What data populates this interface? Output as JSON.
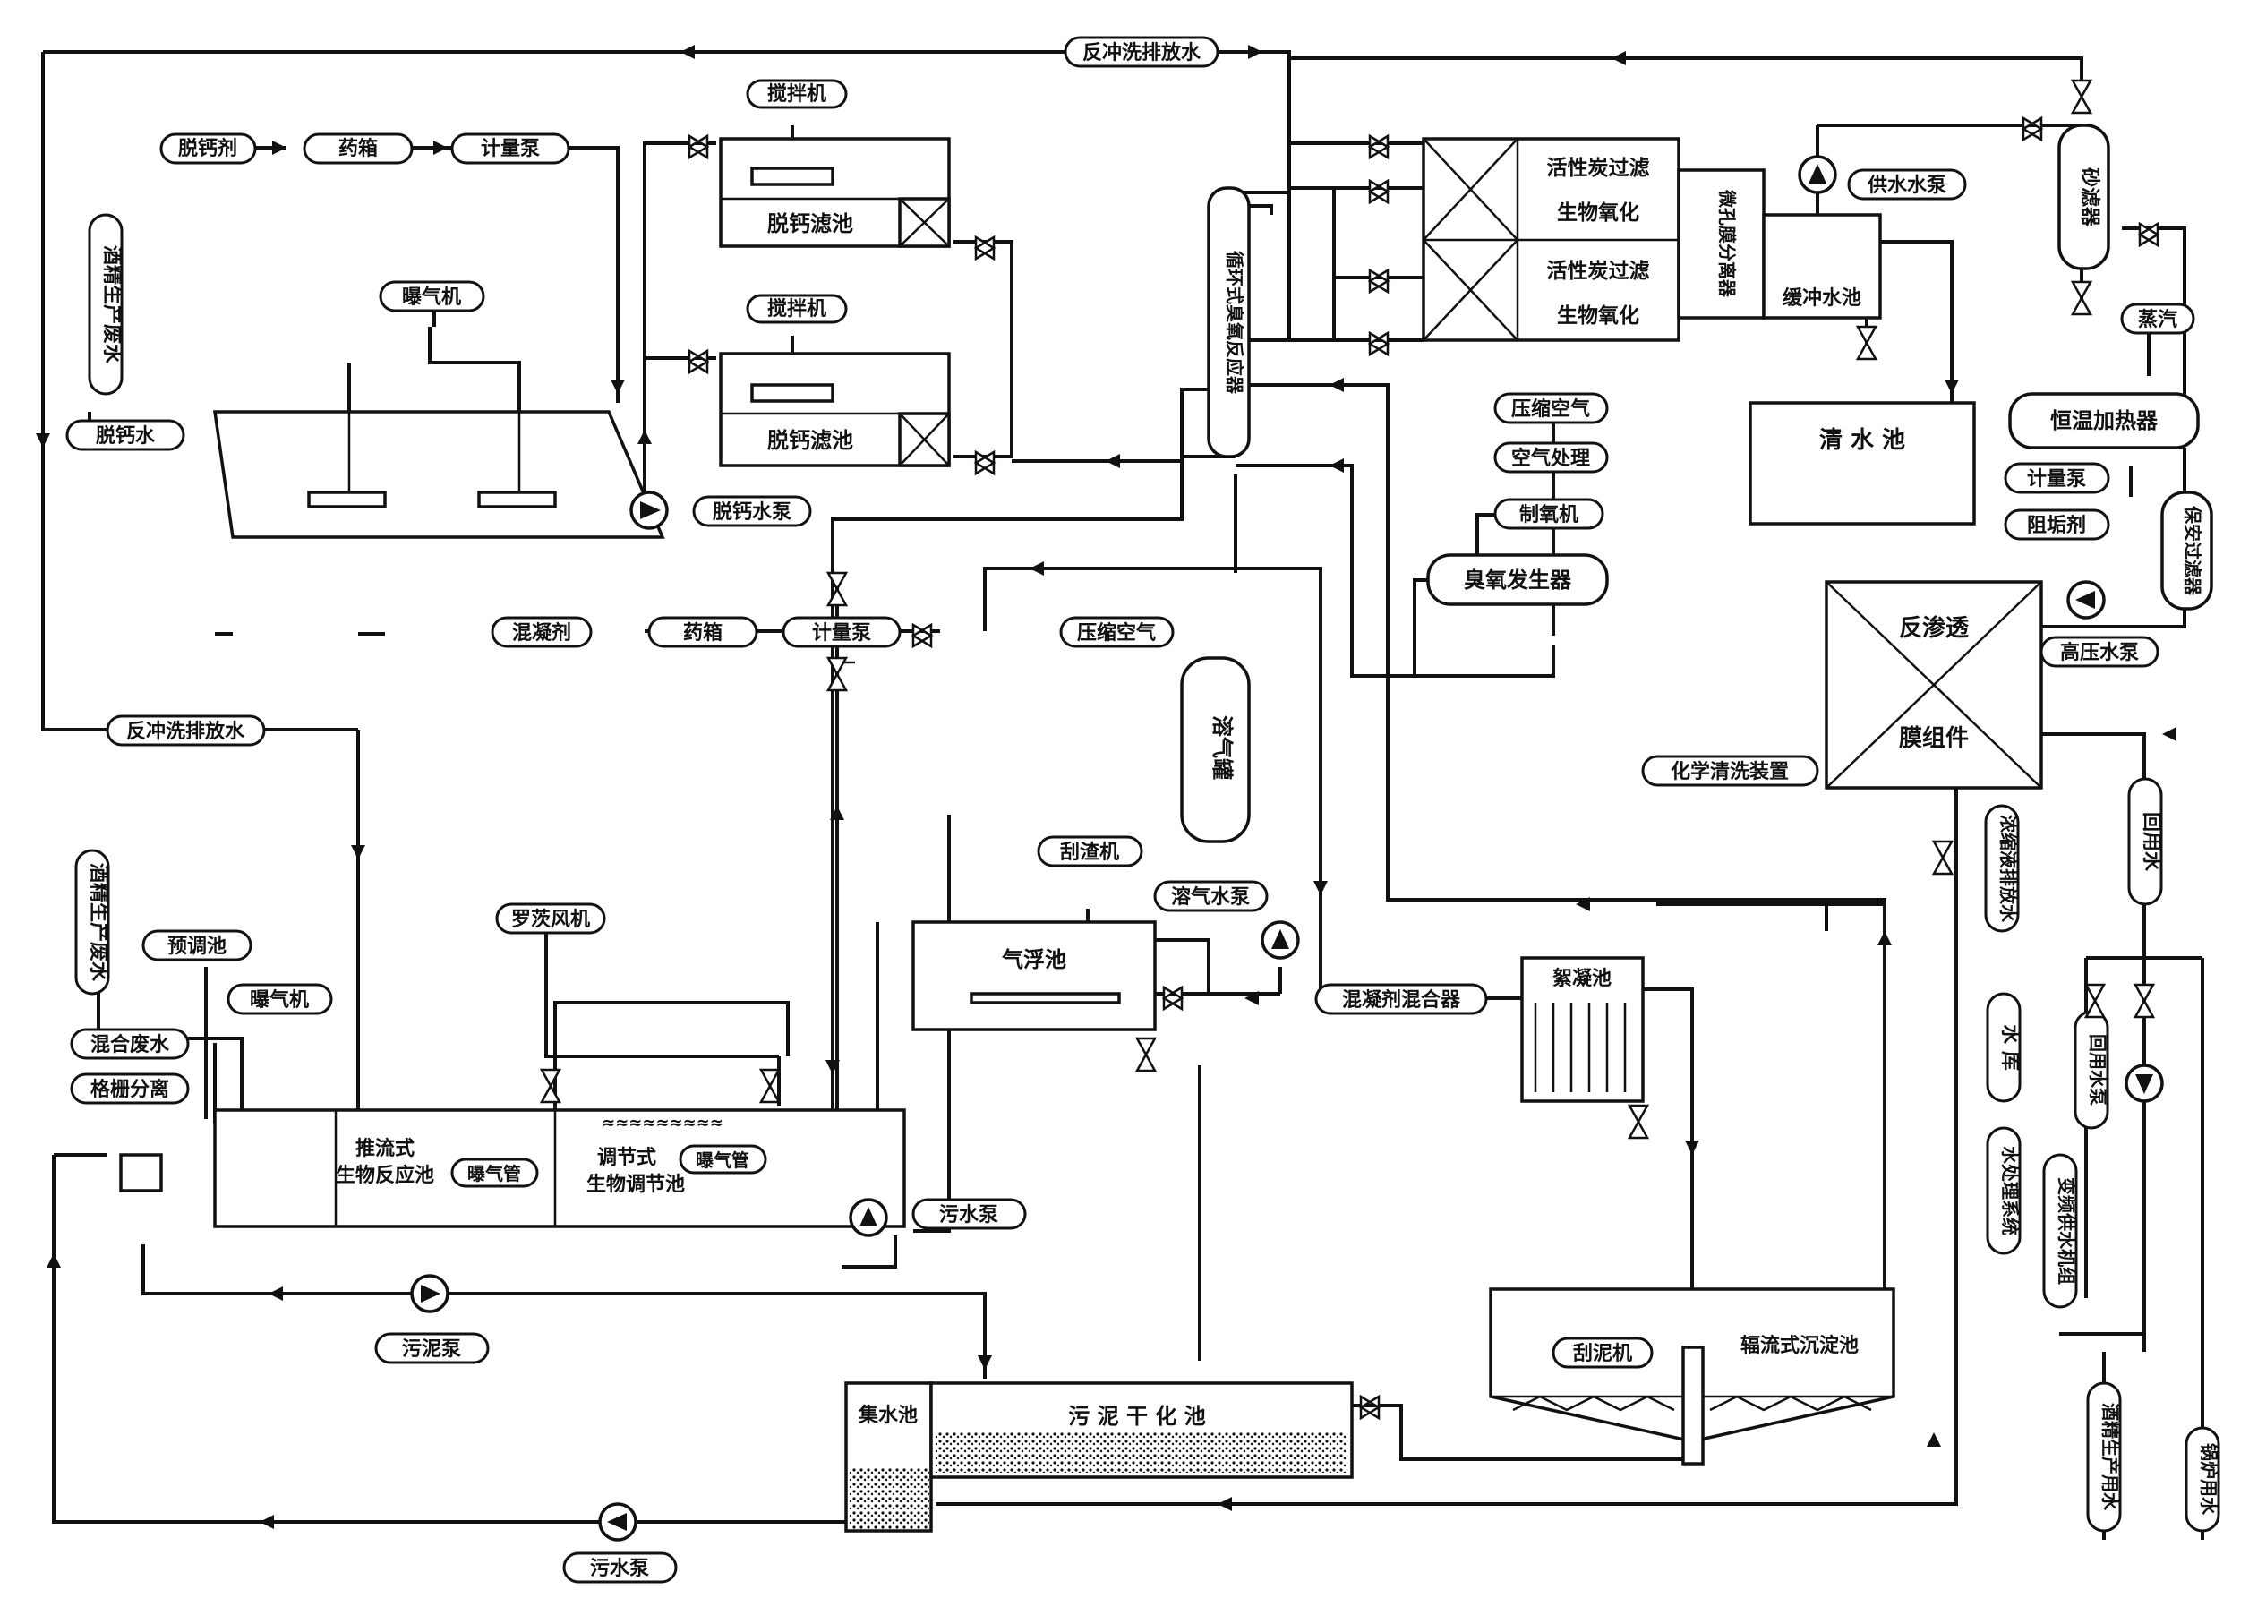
{
  "labels": {
    "backwash_top": "反冲洗排放水",
    "backwash_left": "反冲洗排放水",
    "deoil_agent_1": "脱钙剂",
    "dosing_tank_1": "药箱",
    "metering_pump_1": "计量泵",
    "mixer_1": "搅拌机",
    "mixer_2": "搅拌机",
    "decalc_filter_1": "脱钙滤池",
    "decalc_filter_2": "脱钙滤池",
    "aerator_top": "曝气机",
    "prod_waste_top": "酒精生产废水",
    "decalc_water": "脱钙水",
    "decalc_pump": "脱钙水泵",
    "circ_tower": "循环式臭氧反应器",
    "bac_1a": "活性炭过滤",
    "bac_1b": "生物氧化",
    "bac_2a": "活性炭过滤",
    "bac_2b": "生物氧化",
    "separator": "微孔膜分离器",
    "buffer_tank": "缓冲水池",
    "feed_pump": "供水水泵",
    "clear_tank": "清 水 池",
    "compressed_air_1": "压缩空气",
    "air_treatment": "空气处理",
    "oxygen_maker": "制氧机",
    "ozone_gen": "臭氧发生器",
    "sand_filter": "砂滤器",
    "steam": "蒸汽",
    "heater": "恒温加热器",
    "metering_pump_r": "计量泵",
    "scale_inhibitor": "阻垢剂",
    "security_filter": "保安过滤器",
    "ro_a": "反渗透",
    "ro_b": "膜组件",
    "hp_pump": "高压水泵",
    "chem_clean": "化学清洗装置",
    "concentrate": "浓缩液排放水",
    "reuse_water": "回用水",
    "coag_agent": "混凝剂",
    "dosing_tank_2": "药箱",
    "metering_pump_2": "计量泵",
    "compressed_air_2": "压缩空气",
    "dissolved_tank": "溶气罐",
    "scraper_1": "刮渣机",
    "dissolved_pump": "溶气水泵",
    "flotation": "气浮池",
    "mixer_coag": "混凝剂混合器",
    "flocculation": "絮凝池",
    "prod_waste_left": "酒精生产废水",
    "equalize_tank": "预调池",
    "aerator_bottom": "曝气机",
    "mixed_waste": "混合废水",
    "grid_sep": "格栅分离",
    "blower": "罗茨风机",
    "bio_tank_a": "推流式",
    "bio_tank_b": "生物反应池",
    "aer_pipe_1": "曝气管",
    "reg_tank_a": "调节式",
    "reg_tank_b": "生物调节池",
    "aer_pipe_2": "曝气管",
    "sewage_pump_1": "污水泵",
    "sludge_pump": "污泥泵",
    "collect_tank": "集水池",
    "sludge_dry": "污 泥 干 化 池",
    "scraper_2": "刮泥机",
    "radial_settler": "辐流式沉淀池",
    "sewage_pump_2": "污水泵",
    "reservoir": "水 库",
    "water_treat": "水处理系统",
    "reuse_pump": "回用水泵",
    "exchanger": "变频供水机组",
    "prod_water": "酒精生产用水",
    "boiler_water": "锅炉用水"
  }
}
